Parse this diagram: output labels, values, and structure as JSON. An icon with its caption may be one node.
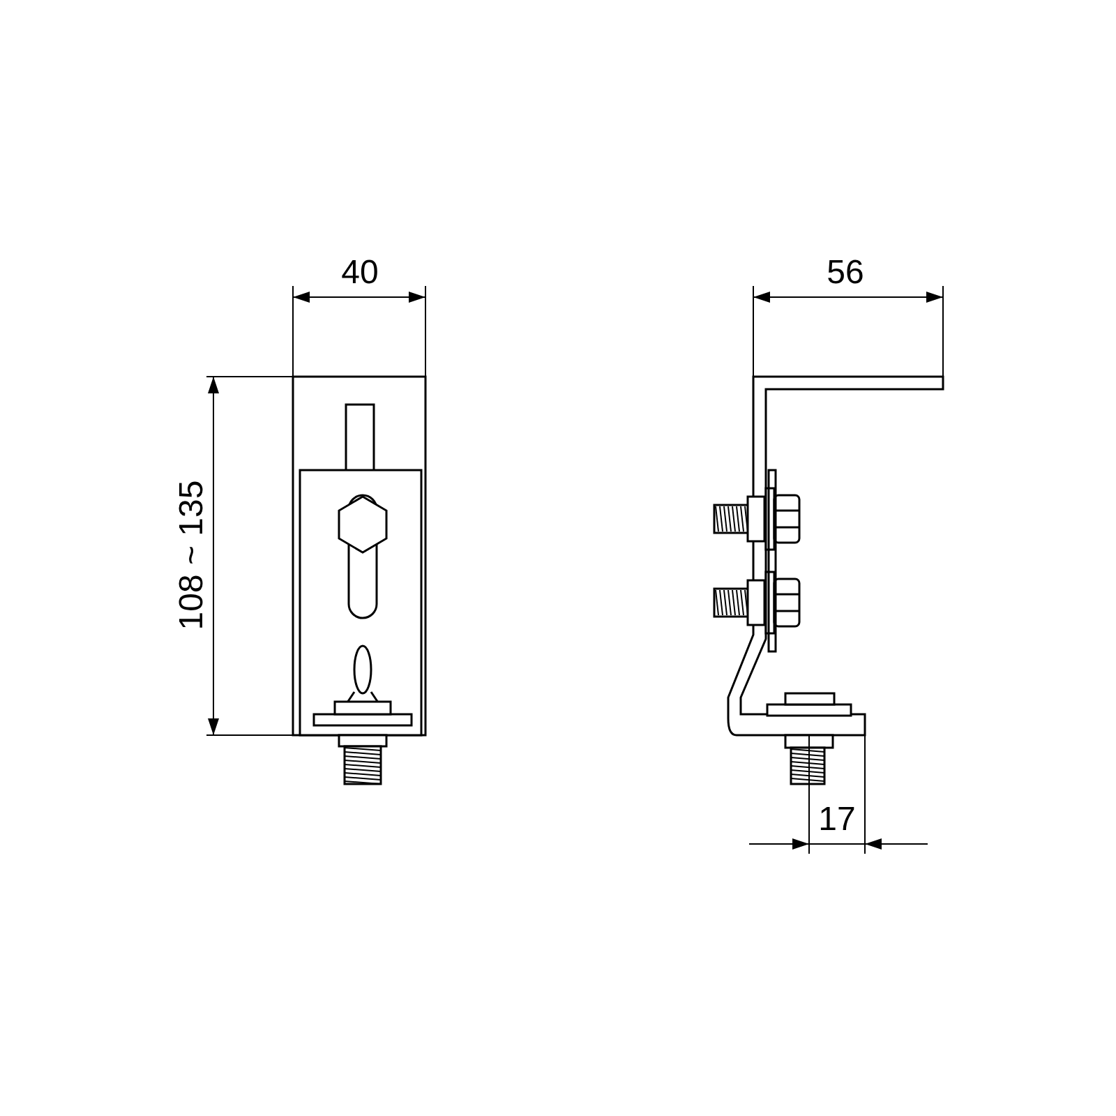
{
  "diagram": {
    "labels": [
      "40",
      "56",
      "108 ~ 135",
      "17"
    ]
  }
}
